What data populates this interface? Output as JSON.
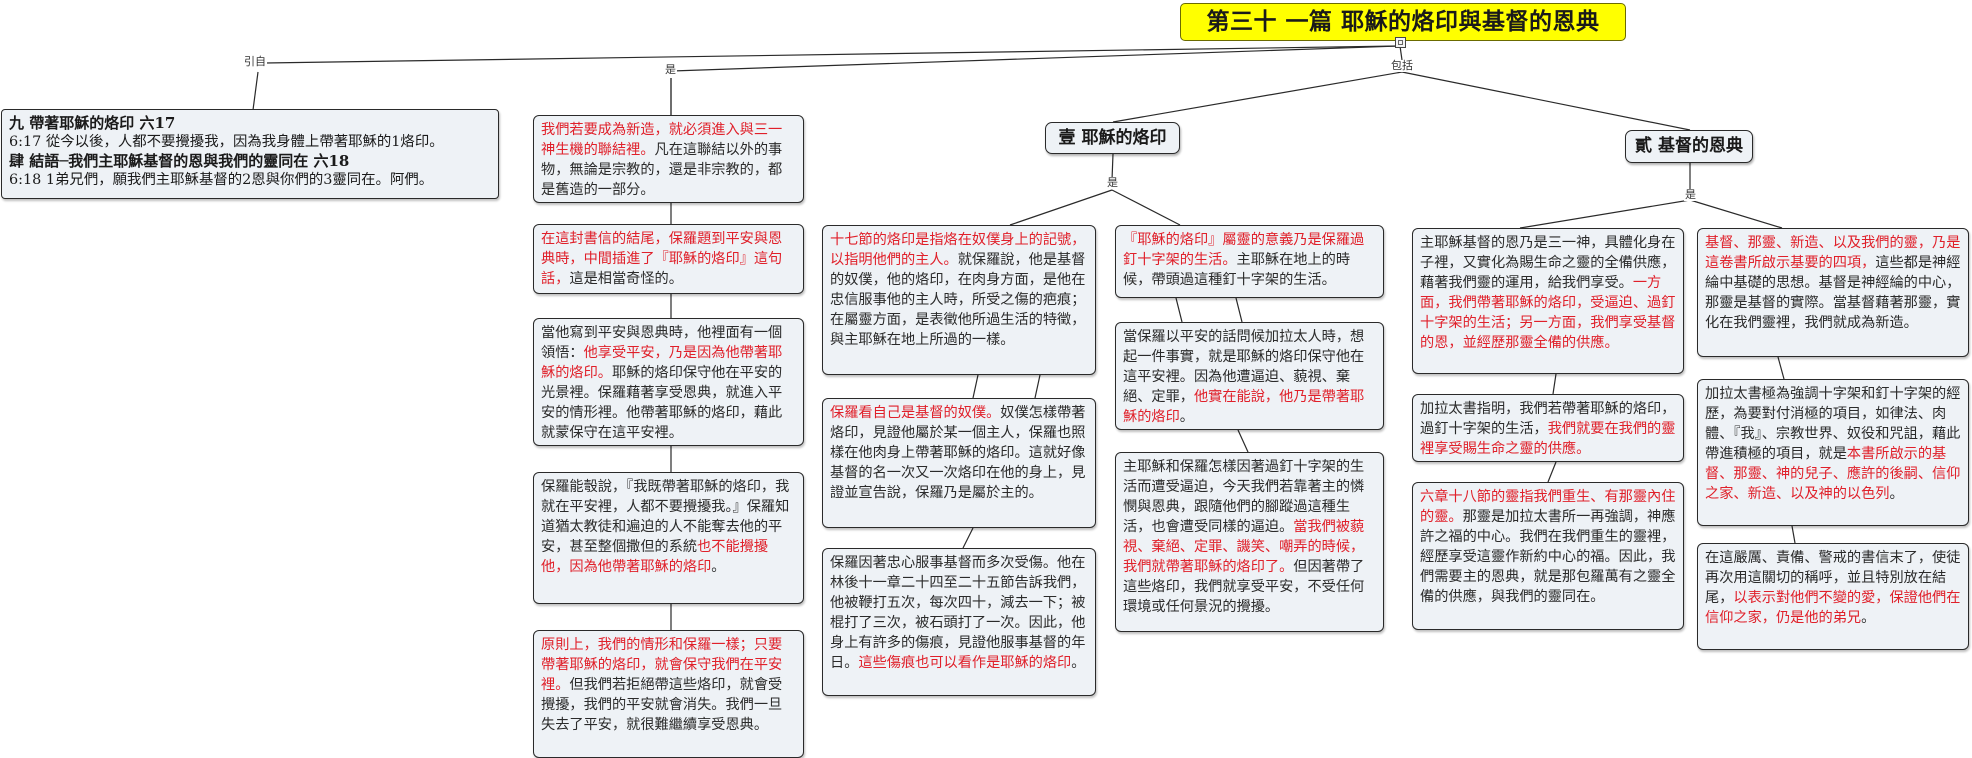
{
  "root": {
    "title": "第三十 一篇  耶穌的烙印與基督的恩典"
  },
  "connectors": {
    "cite": "引自",
    "is": "是",
    "includes": "包括",
    "is2": "是",
    "is3": "是"
  },
  "citation": {
    "line1": "九    帶著耶穌的烙印    六17",
    "line2": "6:17    從今以後，人都不要攪擾我，因為我身體上帶著耶穌的1烙印。",
    "line3": "肆    結語─我們主耶穌基督的恩與我們的靈同在    六18",
    "line4": "6:18    1弟兄們，願我們主耶穌基督的2恩與你們的3靈同在。阿們。"
  },
  "topics": {
    "brand": "壹  耶穌的烙印",
    "grace": "貳  基督的恩典"
  },
  "col_main": [
    {
      "red": "我們若要成為新造，就必須進入與三一神生機的聯結裡。",
      "black": "凡在這聯結以外的事物，無論是宗教的，還是非宗教的，都是舊造的一部分。"
    },
    {
      "red": "在這封書信的結尾，保羅題到平安與恩典時，中間插進了『耶穌的烙印』這句話，",
      "black": "這是相當奇怪的。"
    },
    {
      "pre": "當他寫到平安與恩典時，他裡面有一個領悟：",
      "red": "他享受平安，乃是因為他帶著耶穌的烙印。",
      "black": "耶穌的烙印保守他在平安的光景裡。保羅藉著享受恩典，就進入平安的情形裡。他帶著耶穌的烙印，藉此就蒙保守在這平安裡。"
    },
    {
      "pre": "保羅能彀說，『我既帶著耶穌的烙印，我就在平安裡，人都不要攪擾我。』保羅知道猶太教徒和遍迫的人不能奪去他的平安，甚至整個撒但的系統",
      "red": "也不能攪擾他，因為他帶著耶穌的烙印",
      "black": "。"
    },
    {
      "red": "原則上，我們的情形和保羅一樣；只要帶著耶穌的烙印，就會保守我們在平安裡。",
      "black": "但我們若拒絕帶這些烙印，就會受攪擾，我們的平安就會消失。我們一旦失去了平安，就很難繼續享受恩典。"
    }
  ],
  "col_brand_left": [
    {
      "red": "十七節的烙印是指烙在奴僕身上的記號，以指明他們的主人。",
      "black": "就保羅說，他是基督的奴僕，他的烙印，在肉身方面，是他在忠信服事他的主人時，所受之傷的疤痕；在屬靈方面，是表徵他所過生活的特徵，與主耶穌在地上所過的一樣。"
    },
    {
      "red": "保羅看自己是基督的奴僕。",
      "black": "奴僕怎樣帶著烙印，見證他屬於某一個主人，保羅也照樣在他肉身上帶著耶穌的烙印。這就好像基督的名一次又一次烙印在他的身上，見證並宣告說，保羅乃是屬於主的。"
    },
    {
      "pre": "保羅因著忠心服事基督而多次受傷。他在林後十一章二十四至二十五節告訴我們，他被鞭打五次，每次四十，減去一下；被棍打了三次，被石頭打了一次。因此，他身上有許多的傷痕，見證他服事基督的年日。",
      "red": "這些傷痕也可以看作是耶穌的烙印",
      "black": "。"
    }
  ],
  "col_brand_right": [
    {
      "red": "『耶穌的烙印』屬靈的意義乃是保羅過釘十字架的生活。",
      "black": "主耶穌在地上的時候，帶頭過這種釘十字架的生活。"
    },
    {
      "pre": "當保羅以平安的話問候加拉太人時，想起一件事實，就是耶穌的烙印保守他在這平安裡。因為他遭逼迫、藐視、棄絕、定罪，",
      "red": "他實在能說，他乃是帶著耶穌的烙印",
      "black": "。"
    },
    {
      "pre": "主耶穌和保羅怎樣因著過釘十字架的生活而遭受逼迫，今天我們若靠著主的憐憫與恩典，跟隨他們的腳蹤過這種生活，也會遭受同樣的逼迫。",
      "red": "當我們被藐視、棄絕、定罪、譏笑、嘲弄的時候，我們就帶著耶穌的烙印了。",
      "black": "但因著帶了這些烙印，我們就享受平安，不受任何環境或任何景況的攪擾。"
    }
  ],
  "col_grace_left": [
    {
      "pre": "主耶穌基督的恩乃是三一神，具體化身在子裡，又實化為賜生命之靈的全備供應，藉著我們靈的運用，給我們享受。",
      "red": "一方面，我們帶著耶穌的烙印，受逼迫、過釘十字架的生活；另一方面，我們享受基督的恩，並經歷那靈全備的供應。",
      "black": ""
    },
    {
      "pre": "加拉太書指明，我們若帶著耶穌的烙印，過釘十字架的生活，",
      "red": "我們就要在我們的靈裡享受賜生命之靈的供應。",
      "black": ""
    },
    {
      "red": "六章十八節的靈指我們重生、有那靈內住的靈。",
      "black": "那靈是加拉太書所一再強調，神應許之福的中心。我們在我們重生的靈裡，經歷享受這靈作新約中心的福。因此，我們需要主的恩典，就是那包羅萬有之靈全備的供應，與我們的靈同在。"
    }
  ],
  "col_grace_right": [
    {
      "red": "基督、那靈、新造、以及我們的靈，乃是這卷書所啟示基要的四項，",
      "black": "這些都是神經綸中基礎的思想。基督是神經綸的中心，那靈是基督的實際。當基督藉著那靈，實化在我們靈裡，我們就成為新造。"
    },
    {
      "pre": "加拉太書極為強調十字架和釘十字架的經歷，為要對付消極的項目，如律法、肉體、『我』、宗教世界、奴役和咒詛，藉此帶進積極的項目，就是",
      "red": "本書所啟示的基督、那靈、神的兒子、應許的後嗣、信仰之家、新造、以及神的以色列",
      "black": "。"
    },
    {
      "pre": "在這嚴厲、責備、警戒的書信末了，使徒再次用這關切的稱呼，並且特別放在結尾，",
      "red": "以表示對他們不變的愛，保證他們在信仰之家，仍是他的弟兄",
      "black": "。"
    }
  ]
}
